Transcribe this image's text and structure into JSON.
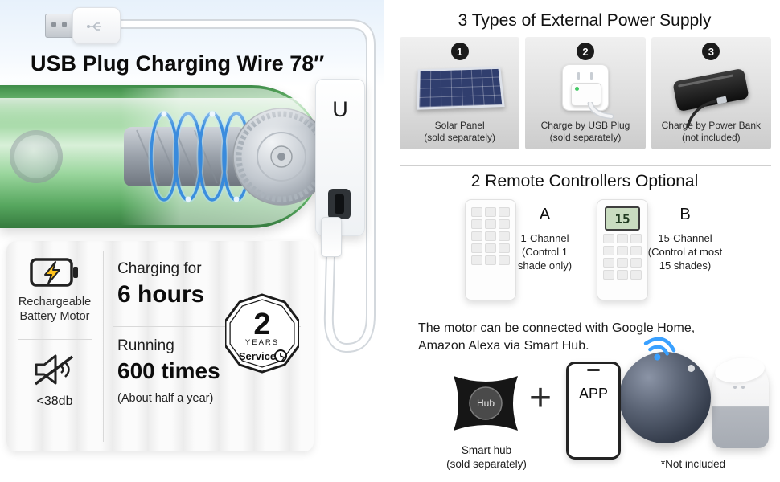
{
  "left": {
    "title": "USB Plug Charging Wire 78″",
    "bracket_label": "U",
    "specs": {
      "battery_line1": "Rechargeable",
      "battery_line2": "Battery Motor",
      "noise": "<38db",
      "charging_label": "Charging for",
      "charging_value": "6 hours",
      "running_label": "Running",
      "running_value": "600 times",
      "running_note": "(About half a year)"
    },
    "badge": {
      "number": "2",
      "years": "YEARS",
      "service": "Service"
    }
  },
  "power": {
    "title": "3 Types of External Power Supply",
    "items": [
      {
        "number": "1",
        "name": "Solar Panel",
        "note": "(sold separately)"
      },
      {
        "number": "2",
        "name": "Charge by USB Plug",
        "note": "(sold separately)"
      },
      {
        "number": "3",
        "name": "Charge by Power Bank",
        "note": "(not included)"
      }
    ]
  },
  "remotes": {
    "title": "2 Remote Controllers Optional",
    "items": [
      {
        "label": "A",
        "channel": "1-Channel",
        "note1": "(Control 1",
        "note2": "shade only)"
      },
      {
        "label": "B",
        "display": "15",
        "channel": "15-Channel",
        "note1": "(Control at most",
        "note2": "15 shades)"
      }
    ]
  },
  "smart": {
    "description1": "The motor can be connected with Google Home,",
    "description2": "Amazon Alexa via Smart Hub.",
    "hub_label": "Hub",
    "plus": "+",
    "app_label": "APP",
    "hub_caption1": "Smart hub",
    "hub_caption2": "(sold separately)",
    "not_included": "*Not included"
  },
  "colors": {
    "tube_green": "#57a75f",
    "tube_dark": "#3f8c48",
    "badge_black": "#1b1b1b",
    "wifi_blue": "#39a0ff",
    "coil_blue": "#2e86de"
  }
}
